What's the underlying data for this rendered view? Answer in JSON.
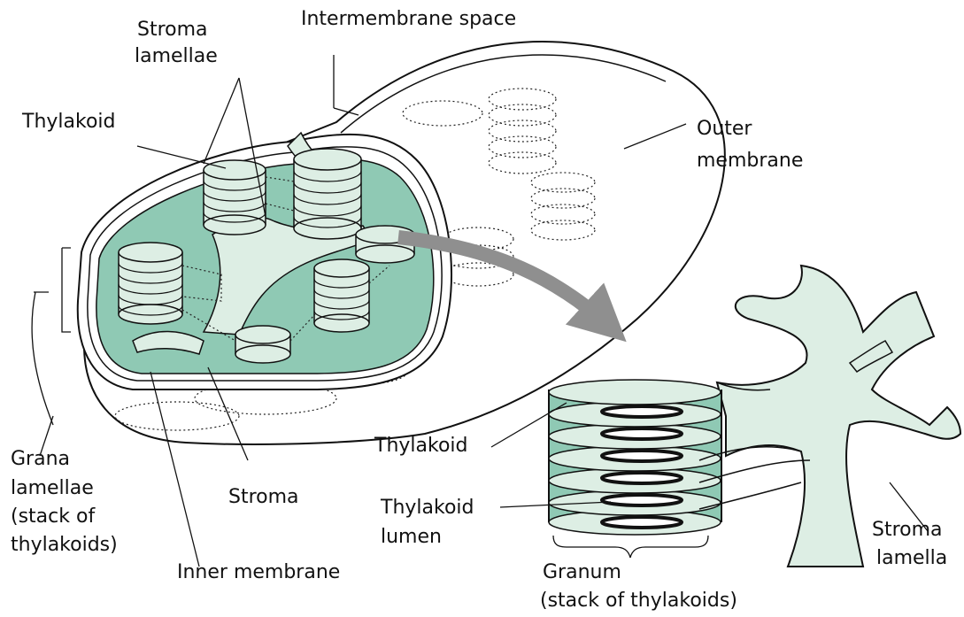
{
  "labels": {
    "intermembrane_space": "Intermembrane space",
    "stroma_lamellae_1": "Stroma",
    "stroma_lamellae_2": "lamellae",
    "thylakoid_top": "Thylakoid",
    "outer_membrane_1": "Outer",
    "outer_membrane_2": "membrane",
    "grana_lamellae_1": "Grana",
    "grana_lamellae_2": "lamellae",
    "grana_lamellae_3": "(stack of",
    "grana_lamellae_4": "thylakoids)",
    "stroma": "Stroma",
    "inner_membrane": "Inner membrane",
    "thylakoid_detail": "Thylakoid",
    "thylakoid_lumen_1": "Thylakoid",
    "thylakoid_lumen_2": "lumen",
    "granum_1": "Granum",
    "granum_2": "(stack of thylakoids)",
    "stroma_lamella_1": "Stroma",
    "stroma_lamella_2": "lamella"
  },
  "colors": {
    "stroma_green": "#8fc9b4",
    "thylakoid_fill": "#ddeee4",
    "outline": "#111111",
    "arrow": "#8f8f8f"
  }
}
